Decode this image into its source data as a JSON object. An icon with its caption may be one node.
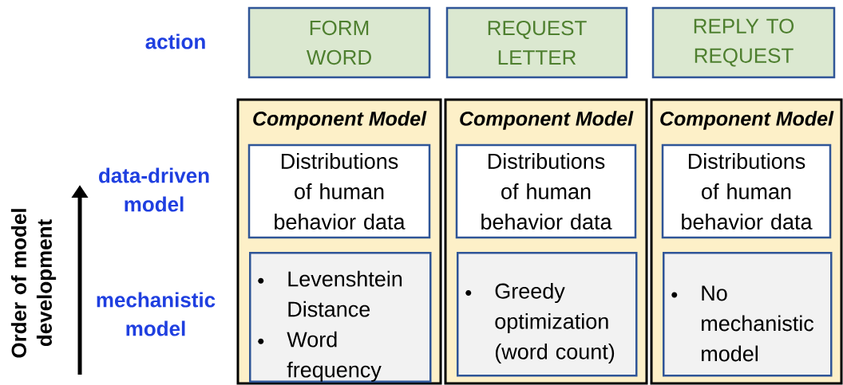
{
  "diagram": {
    "nodes": [
      {
        "text": [
          "FORM WORD"
        ]
      },
      {
        "text": [
          "REQUEST LETTER"
        ]
      },
      {
        "text": [
          "REPLY TO REQUEST"
        ]
      },
      {
        "text": [
          "Component Model"
        ]
      },
      {
        "text": [
          "Distributions of human behavior data"
        ],
        "in": 3
      },
      {
        "text": [
          "Levenshtein Distance",
          "Word frequency"
        ],
        "in": 3
      },
      {
        "text": [
          "Component Model"
        ]
      },
      {
        "text": [
          "Distributions of human behavior data"
        ],
        "in": 6
      },
      {
        "text": [
          "Greedy optimization (word count)"
        ],
        "in": 6
      },
      {
        "text": [
          "Component Model"
        ]
      },
      {
        "text": [
          "Distributions of human behavior data"
        ],
        "in": 9
      },
      {
        "text": [
          "No mechanistic model"
        ],
        "in": 9
      }
    ],
    "labels": [
      "action",
      "data-driven model",
      "mechanistic model",
      "Order of model development"
    ]
  }
}
